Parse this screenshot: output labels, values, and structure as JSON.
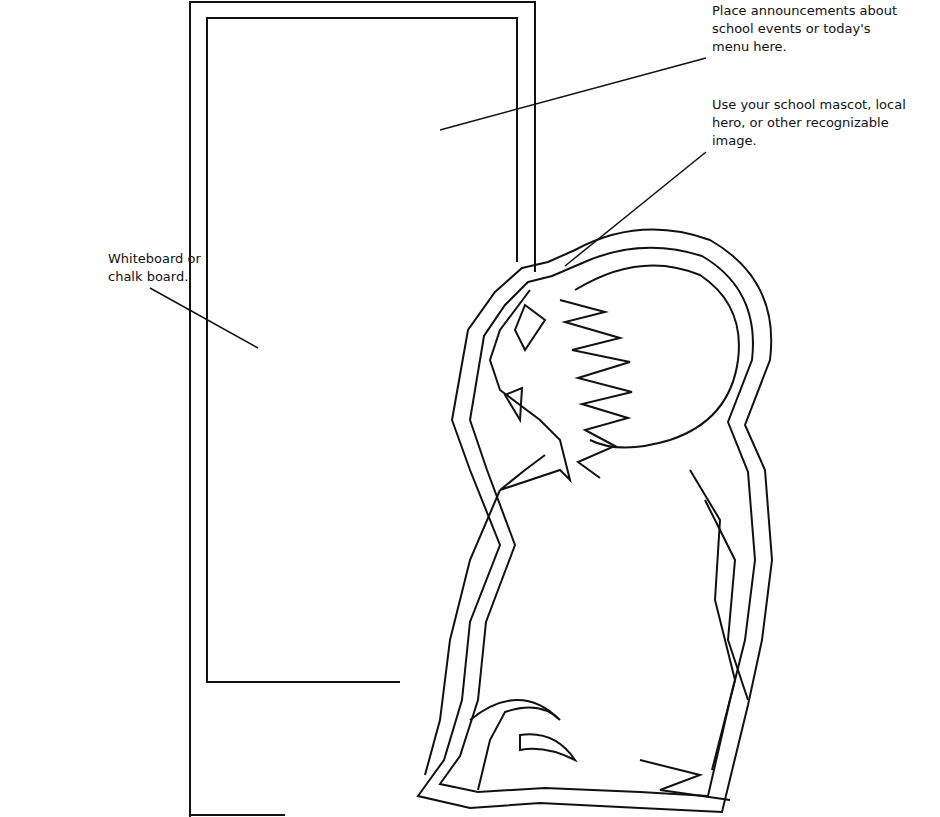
{
  "diagram": {
    "labels": [
      "Place announcements about school events or today's menu here.",
      "Use your school mascot, local hero, or other recognizable image.",
      "Whiteboard or chalk board."
    ]
  }
}
